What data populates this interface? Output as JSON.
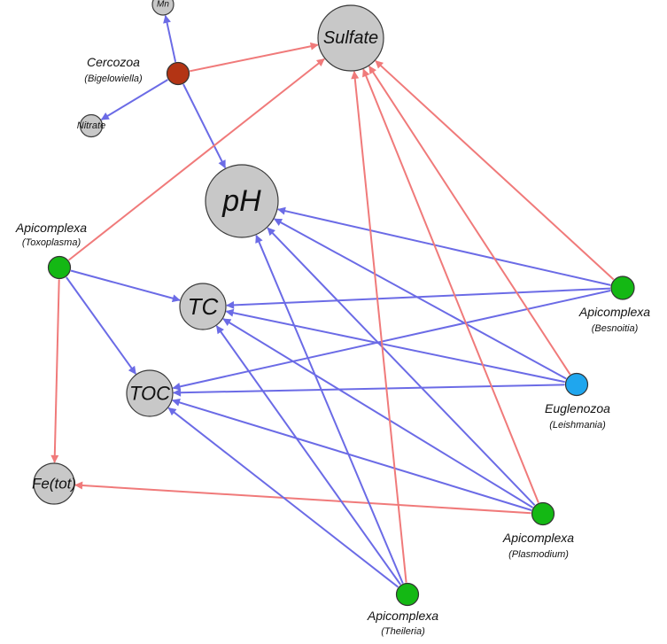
{
  "colors": {
    "positive_edge": "#f07a7a",
    "negative_edge": "#6b6be6",
    "env_fill": "#c8c8c8",
    "green_node": "#14b814",
    "brown_node": "#b33414",
    "blue_node": "#1fa6ee"
  },
  "env_nodes": [
    {
      "id": "mn",
      "label": "Mn"
    },
    {
      "id": "sulfate",
      "label": "Sulfate"
    },
    {
      "id": "nitrate",
      "label": "Nitrate"
    },
    {
      "id": "ph",
      "label": "pH"
    },
    {
      "id": "tc",
      "label": "TC"
    },
    {
      "id": "toc",
      "label": "TOC"
    },
    {
      "id": "fe",
      "label": "Fe(tot)"
    }
  ],
  "taxa": [
    {
      "id": "cercozoa",
      "name": "Cercozoa",
      "genus": "(Bigelowiella)",
      "color": "#b33414"
    },
    {
      "id": "toxoplasma",
      "name": "Apicomplexa",
      "genus": "(Toxoplasma)",
      "color": "#14b814"
    },
    {
      "id": "besnoitia",
      "name": "Apicomplexa",
      "genus": "(Besnoitia)",
      "color": "#14b814"
    },
    {
      "id": "leishmania",
      "name": "Euglenozoa",
      "genus": "(Leishmania)",
      "color": "#1fa6ee"
    },
    {
      "id": "plasmodium",
      "name": "Apicomplexa",
      "genus": "(Plasmodium)",
      "color": "#14b814"
    },
    {
      "id": "theileria",
      "name": "Apicomplexa",
      "genus": "(Theileria)",
      "color": "#14b814"
    }
  ],
  "edges": [
    {
      "from": "cercozoa",
      "to": "mn",
      "sign": "negative"
    },
    {
      "from": "cercozoa",
      "to": "sulfate",
      "sign": "positive"
    },
    {
      "from": "cercozoa",
      "to": "nitrate",
      "sign": "negative"
    },
    {
      "from": "cercozoa",
      "to": "ph",
      "sign": "negative"
    },
    {
      "from": "toxoplasma",
      "to": "sulfate",
      "sign": "positive"
    },
    {
      "from": "toxoplasma",
      "to": "tc",
      "sign": "negative"
    },
    {
      "from": "toxoplasma",
      "to": "toc",
      "sign": "negative"
    },
    {
      "from": "toxoplasma",
      "to": "fe",
      "sign": "positive"
    },
    {
      "from": "besnoitia",
      "to": "sulfate",
      "sign": "positive"
    },
    {
      "from": "besnoitia",
      "to": "ph",
      "sign": "negative"
    },
    {
      "from": "besnoitia",
      "to": "tc",
      "sign": "negative"
    },
    {
      "from": "besnoitia",
      "to": "toc",
      "sign": "negative"
    },
    {
      "from": "leishmania",
      "to": "sulfate",
      "sign": "positive"
    },
    {
      "from": "leishmania",
      "to": "ph",
      "sign": "negative"
    },
    {
      "from": "leishmania",
      "to": "tc",
      "sign": "negative"
    },
    {
      "from": "leishmania",
      "to": "toc",
      "sign": "negative"
    },
    {
      "from": "plasmodium",
      "to": "sulfate",
      "sign": "positive"
    },
    {
      "from": "plasmodium",
      "to": "ph",
      "sign": "negative"
    },
    {
      "from": "plasmodium",
      "to": "tc",
      "sign": "negative"
    },
    {
      "from": "plasmodium",
      "to": "toc",
      "sign": "negative"
    },
    {
      "from": "plasmodium",
      "to": "fe",
      "sign": "positive"
    },
    {
      "from": "theileria",
      "to": "sulfate",
      "sign": "positive"
    },
    {
      "from": "theileria",
      "to": "ph",
      "sign": "negative"
    },
    {
      "from": "theileria",
      "to": "tc",
      "sign": "negative"
    },
    {
      "from": "theileria",
      "to": "toc",
      "sign": "negative"
    }
  ]
}
